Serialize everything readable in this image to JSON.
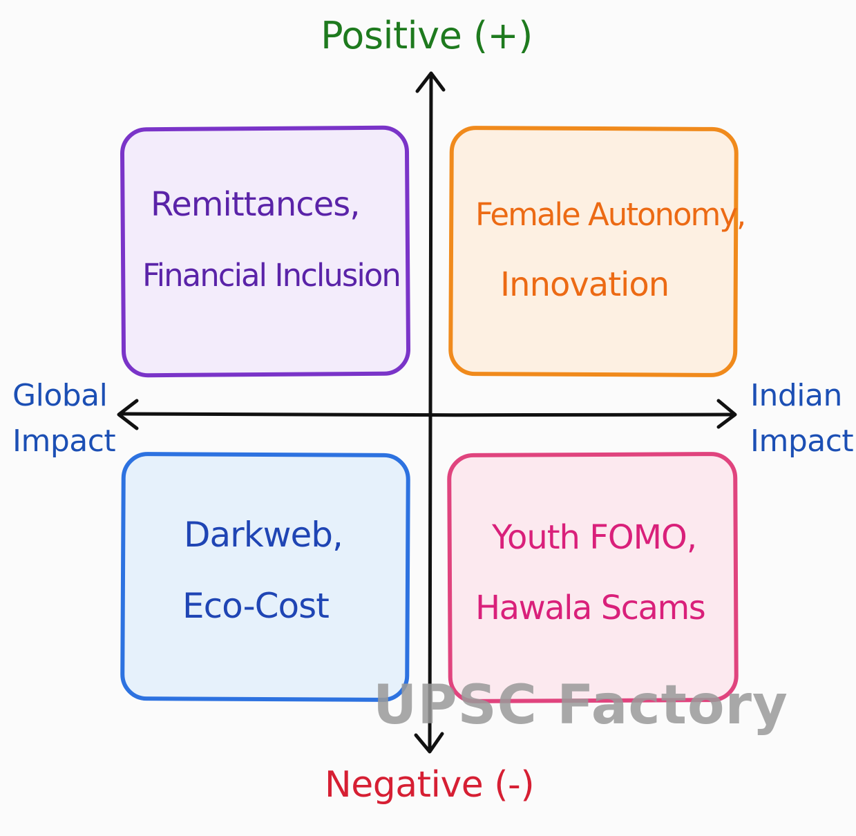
{
  "axes": {
    "top": "Positive (+)",
    "bottom": "Negative (-)",
    "left": [
      "Global",
      "Impact"
    ],
    "right": [
      "Indian",
      "Impact"
    ]
  },
  "quadrants": [
    {
      "lines": [
        "Remittances,",
        "Financial Inclusion"
      ]
    },
    {
      "lines": [
        "Female Autonomy,",
        "Innovation"
      ]
    },
    {
      "lines": [
        "Darkweb,",
        "Eco-Cost"
      ]
    },
    {
      "lines": [
        "Youth FOMO,",
        "Hawala Scams"
      ]
    }
  ],
  "watermark": "UPSC Factory",
  "colors": {
    "positive": "#1e7a1e",
    "negative": "#d61f33",
    "axis_side": "#1c4fb4",
    "q1_border": "#7a34c8",
    "q1_fill": "#f3ecfb",
    "q1_text": "#5a23a8",
    "q2_border": "#f08a1c",
    "q2_fill": "#fdf0e2",
    "q2_text": "#ec6a14",
    "q3_border": "#2d72e0",
    "q3_fill": "#e6f1fb",
    "q3_text": "#1f45b4",
    "q4_border": "#e0447e",
    "q4_fill": "#fce9ef",
    "q4_text": "#d9207a",
    "axis_line": "#111111"
  }
}
